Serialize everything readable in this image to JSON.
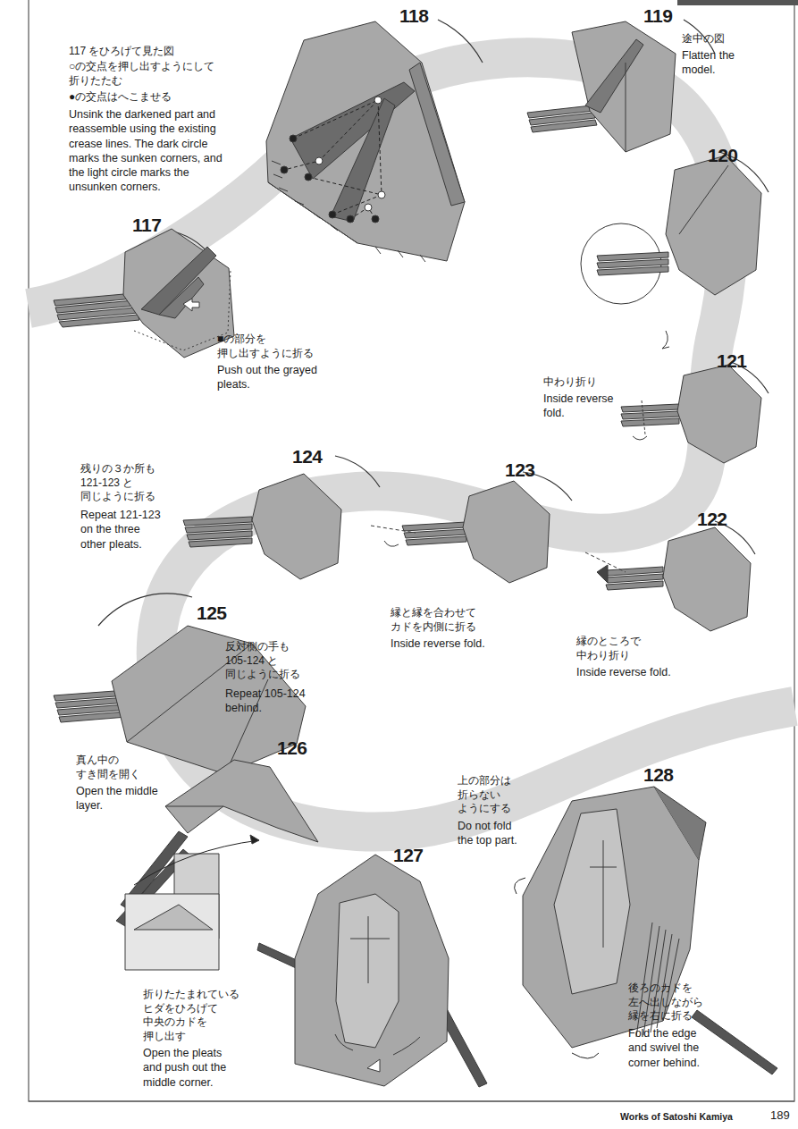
{
  "diagram": {
    "labels": [
      "118",
      "117 をひろげて見た図",
      "○の交点を押し出すようにして 折りたたむ",
      "●の交点はへこませる",
      "Unsink the darkened part and reassemble using the existing crease lines. The dark circle marks the sunken corners, and the light circle marks the unsunken corners.",
      "119",
      "途中の図",
      "Flatten the model.",
      "120",
      "117",
      "■の部分を 押し出すように折る",
      "Push out the grayed pleats.",
      "121",
      "中わり折り",
      "Inside reverse fold.",
      "124",
      "残りの３か所も 121-123 と 同じように折る",
      "Repeat 121-123 on the three other pleats.",
      "123",
      "122",
      "縁と縁を合わせて カドを内側に折る",
      "Inside reverse fold.",
      "縁のところで 中わり折り",
      "Inside reverse fold.",
      "125",
      "反対側の手も 105-124 と 同じように折る",
      "Repeat 105-124 behind.",
      "真ん中の すき間を開く",
      "Open the middle layer.",
      "126",
      "上の部分は 折らない ようにする",
      "Do not fold the top part.",
      "128",
      "127",
      "折りたたまれている ヒダをひろげて 中央のカドを 押し出す",
      "Open the pleats and push out the middle corner.",
      "後ろのカドを 左へ出しながら 縁を右に折る",
      "Fold the edge and swivel the corner behind.",
      "Works of Satoshi Kamiya",
      "189"
    ]
  }
}
